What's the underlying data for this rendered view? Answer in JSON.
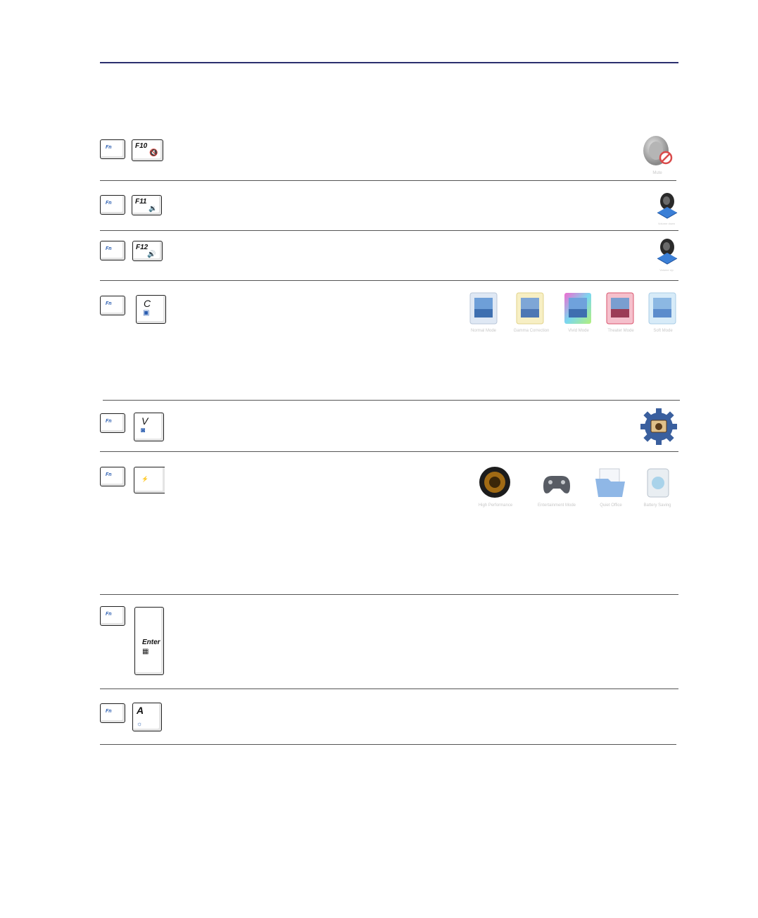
{
  "keys": {
    "fn": "Fn",
    "f10": "F10",
    "f11": "F11",
    "f12": "F12",
    "c": "C",
    "v": "V",
    "enter": "Enter",
    "a": "A",
    "icon_glyphs": {
      "mute": "🔇",
      "volume_down": "🔉",
      "volume_up": "🔊",
      "splendid": "▣",
      "camera": "◙",
      "power4gear": "⚡",
      "calculator": "▦",
      "ambient_sensor": "☼"
    }
  },
  "images": {
    "mute_caption": "Mute",
    "volume_down_caption": "Volume down",
    "volume_up_caption": "Volume Up",
    "splendid_modes": [
      "Normal Mode",
      "Gamma Correction",
      "Vivid Mode",
      "Theater Mode",
      "Soft Mode"
    ],
    "power_modes": [
      "High Performance",
      "Entertainment Mode",
      "Quiet Office",
      "Battery Saving"
    ]
  },
  "colors": {
    "top_rule": "#2b2f6e",
    "fn_text": "#2a5db0"
  }
}
